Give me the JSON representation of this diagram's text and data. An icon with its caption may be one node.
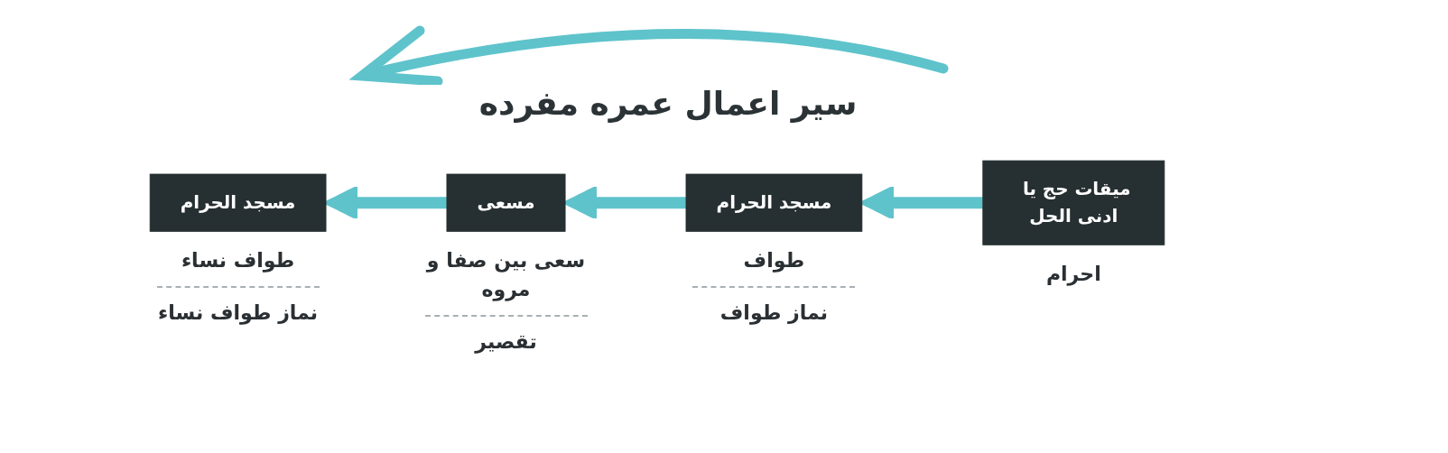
{
  "diagram": {
    "title": "سیر اعمال عمره مفرده",
    "nodes": [
      {
        "text": [
          "میقات حج یا ادنی الحل"
        ],
        "beside": [
          "احرام"
        ]
      },
      {
        "text": [
          "مسجد الحرام"
        ],
        "beside": [
          "طواف",
          "نماز طواف"
        ]
      },
      {
        "text": [
          "مسعی"
        ],
        "beside": [
          "سعی بین صفا و مروه",
          "تقصیر"
        ]
      },
      {
        "text": [
          "مسجد الحرام"
        ],
        "beside": [
          "طواف نساء",
          "نماز طواف نساء"
        ]
      }
    ],
    "edges": [
      {
        "from": 0,
        "to": 1,
        "arrow": "to"
      },
      {
        "from": 1,
        "to": 2,
        "arrow": "to"
      },
      {
        "from": 2,
        "to": 3,
        "arrow": "to"
      }
    ]
  }
}
